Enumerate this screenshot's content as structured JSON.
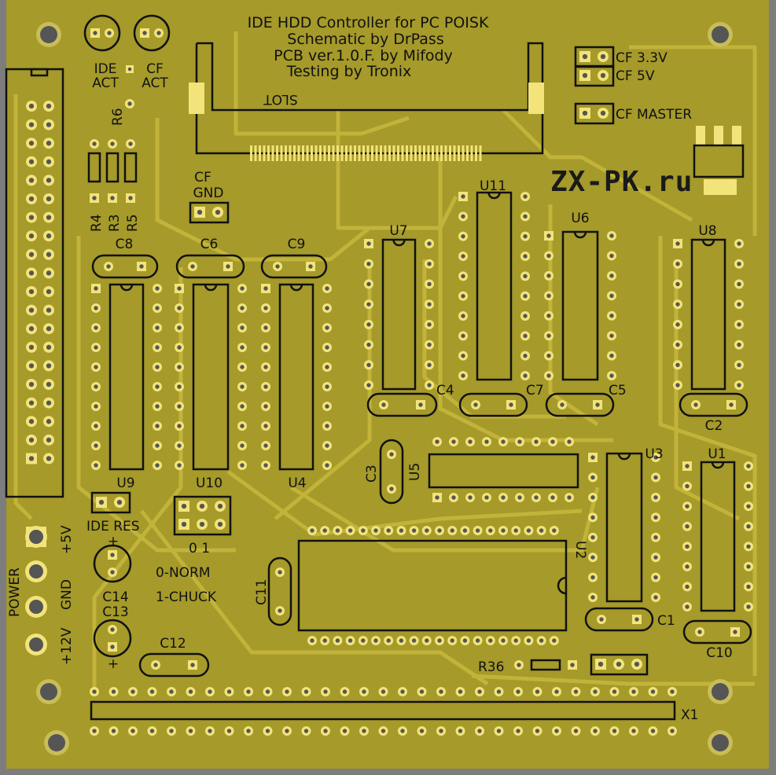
{
  "title_block": {
    "line1": "IDE HDD Controller for PC POISK",
    "line2": "Schematic by DrPass",
    "line3": "PCB ver.1.0.F. by Mifody",
    "line4": "Testing by Tronix"
  },
  "logo": "ZX-PK.ru",
  "slot_label": "SLOT",
  "leds": {
    "ide_top": "IDE",
    "ide_bottom": "ACT",
    "cf_top": "CF",
    "cf_bottom": "ACT"
  },
  "resistors": [
    "R6",
    "R4",
    "R3",
    "R5",
    "R36"
  ],
  "cf_gnd": {
    "top": "CF",
    "bottom": "GND"
  },
  "jumpers": {
    "cf33": "CF 3.3V",
    "cf5": "CF 5V",
    "cfmaster": "CF MASTER",
    "ide_res": "IDE RES",
    "mode_cols": "0 1",
    "mode0": "0-NORM",
    "mode1": "1-CHUCK"
  },
  "ics": {
    "U1": "U1",
    "U2": "U2",
    "U3": "U3",
    "U4": "U4",
    "U5": "U5",
    "U6": "U6",
    "U7": "U7",
    "U8": "U8",
    "U9": "U9",
    "U10": "U10",
    "U11": "U11"
  },
  "caps": {
    "C1": "C1",
    "C2": "C2",
    "C3": "C3",
    "C4": "C4",
    "C5": "C5",
    "C6": "C6",
    "C7": "C7",
    "C8": "C8",
    "C9": "C9",
    "C10": "C10",
    "C11": "C11",
    "C12": "C12",
    "C13": "C13",
    "C14": "C14"
  },
  "power": {
    "title": "POWER",
    "p5v": "+5V",
    "gnd": "GND",
    "p12v": "+12V",
    "plus": "+"
  },
  "connector": "X1",
  "colors": {
    "board": "#a59a2a",
    "trace": "#c2b33a",
    "pad": "#f2e47a",
    "silk": "#111111",
    "frame": "#7d7d7d"
  }
}
